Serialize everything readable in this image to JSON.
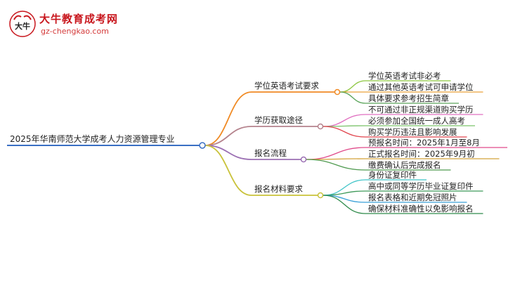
{
  "logo": {
    "title": "大牛教育成考网",
    "url": "gz-chengkao.com",
    "mark_text": "大牛"
  },
  "mindmap": {
    "root": "2025年华南师范大学成考人力资源管理专业",
    "branches": [
      {
        "label": "学位英语考试要求",
        "color": "#f08a24",
        "children": [
          "学位英语考试非必考",
          "通过其他英语考试可申请学位",
          "具体要求参考招生简章"
        ]
      },
      {
        "label": "学历获取途径",
        "color": "#b5838d",
        "children": [
          "不可通过非正规渠道购买学历",
          "必须参加全国统一成人高考",
          "购买学历违法且影响发展"
        ]
      },
      {
        "label": "报名流程",
        "color": "#9b6fb3",
        "children": [
          "预报名时间：2025年1月至8月",
          "正式报名时间：2025年9月初",
          "缴费确认后完成报名"
        ]
      },
      {
        "label": "报名材料要求",
        "color": "#c9c23a",
        "children": [
          "身份证复印件",
          "高中或同等学历毕业证复印件",
          "报名表格和近期免冠照片",
          "确保材料准确性以免影响报名"
        ]
      }
    ],
    "child_colors": [
      [
        "#8cc63f",
        "#e9a23b",
        "#5aa45a"
      ],
      [
        "#e06fc0",
        "#7cc36b",
        "#e0444d"
      ],
      [
        "#e04a8a",
        "#d4a23a",
        "#4f9a4f"
      ],
      [
        "#3fc4c8",
        "#3f9a5a",
        "#3aa0d8",
        "#2e8a4a"
      ]
    ],
    "root_color": "#3a6fc4"
  }
}
